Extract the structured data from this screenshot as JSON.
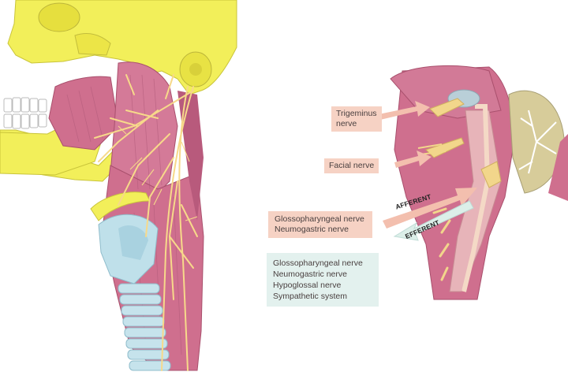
{
  "labels": {
    "trigeminus": [
      "Trigeminus",
      "nerve"
    ],
    "facial": "Facial nerve",
    "afferent_nerves": [
      "Glossopharyngeal nerve",
      "Neumogastric nerve"
    ],
    "efferent_nerves": [
      "Glossopharyngeal nerve",
      "Neumogastric nerve",
      "Hypoglossal nerve",
      "Sympathetic system"
    ],
    "afferent_arrow": "AFFERENT",
    "efferent_arrow": "EFFERENT"
  },
  "colors": {
    "bone": "#f2ef5a",
    "muscle": "#cf6f8e",
    "muscle_light": "#df93ab",
    "nerve": "#f7d98a",
    "cartilage": "#bfe0ea",
    "afferent_box": "#f6d2c4",
    "efferent_box": "#e3f1ee",
    "afferent_arrow": "#f3bfae",
    "efferent_arrow": "#dcefe9"
  }
}
